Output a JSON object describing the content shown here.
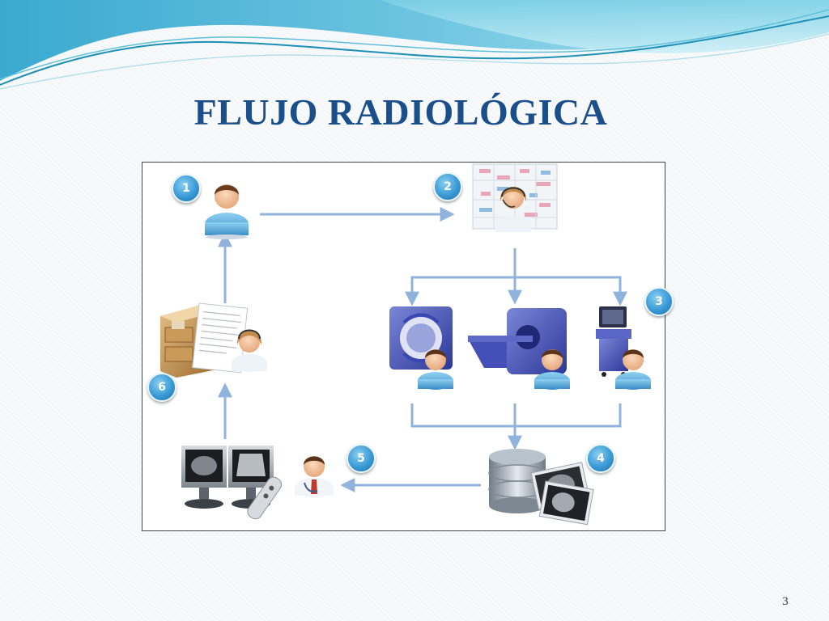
{
  "slide": {
    "title": "FLUJO RADIOLÓGICA",
    "page_number": "3"
  },
  "diagram": {
    "steps": [
      {
        "number": "1",
        "icon": "patient-icon"
      },
      {
        "number": "2",
        "icon": "receptionist-scheduling-icon"
      },
      {
        "number": "3",
        "icon": "imaging-modalities-icon"
      },
      {
        "number": "4",
        "icon": "image-database-icon"
      },
      {
        "number": "5",
        "icon": "radiologist-workstation-icon"
      },
      {
        "number": "6",
        "icon": "report-archive-icon"
      }
    ]
  },
  "colors": {
    "title": "#1a4f8c",
    "arrow": "#8fb3dc",
    "badge": "#3a9ad6",
    "wave_dark": "#1e8fb8",
    "wave_light": "#8fd5e8"
  }
}
